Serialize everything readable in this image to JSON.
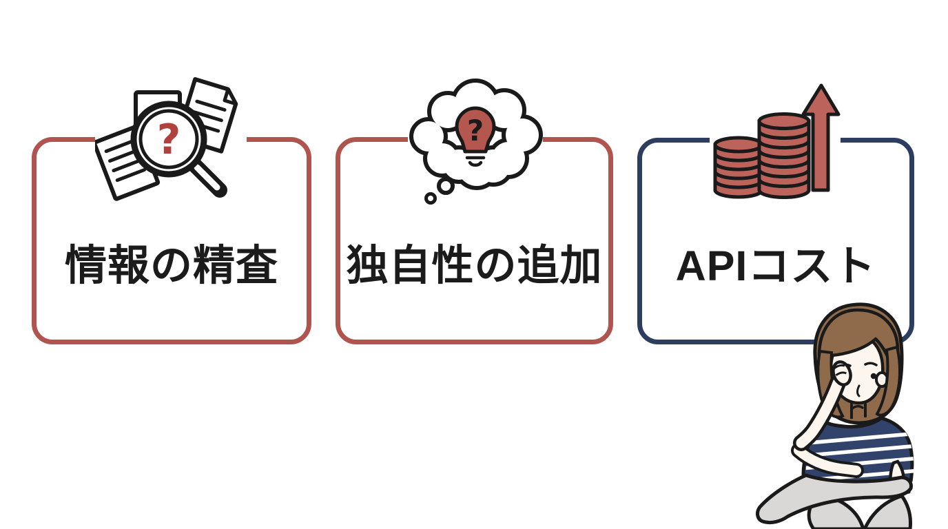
{
  "page": {
    "background_color": "#ffffff"
  },
  "cards": [
    {
      "label": "情報の精査",
      "border_color": "#b0544f",
      "accent_color": "#b0413e",
      "icon": "documents-magnifier-question-icon"
    },
    {
      "label": "独自性の追加",
      "border_color": "#b0544f",
      "accent_color": "#b4574f",
      "icon": "thought-bubble-lightbulb-question-icon"
    },
    {
      "label": "APIコスト",
      "border_color": "#2c3d5f",
      "accent_color": "#bc645c",
      "icon": "coins-rising-arrow-icon"
    }
  ],
  "icon_glyphs": {
    "question_mark": "?"
  },
  "illustration": {
    "name": "thinking-woman",
    "hair_color": "#8f6b4c",
    "shirt_color": "#31426b",
    "stripe_color": "#ffffff",
    "pants_color": "#d9d8d6",
    "skin_color": "#fdf6ef",
    "outline_color": "#1a1a1a"
  }
}
